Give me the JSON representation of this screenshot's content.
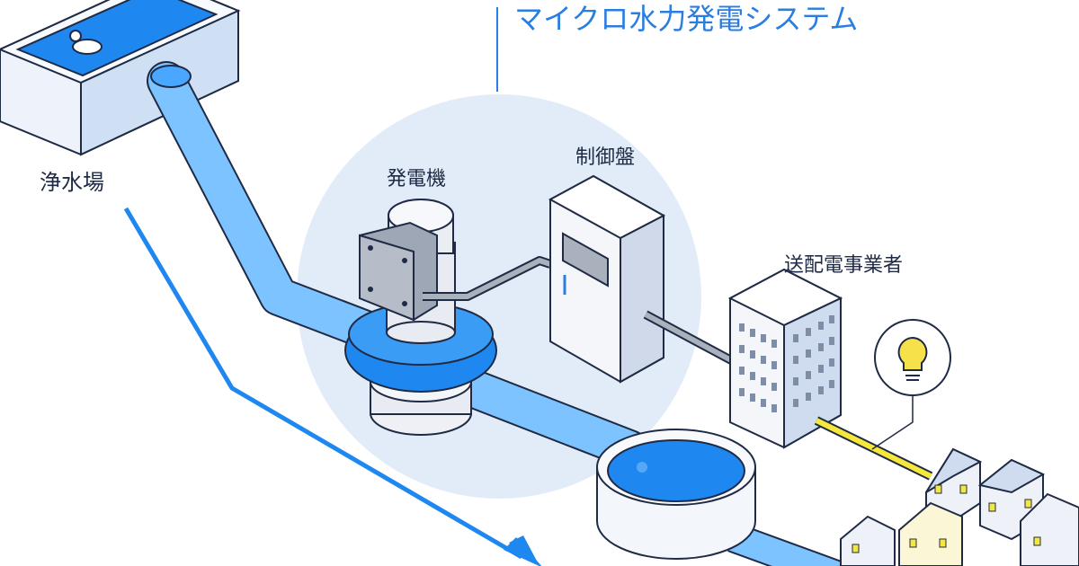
{
  "title": "マイクロ水力発電システム",
  "labels": {
    "purification_plant": "浄水場",
    "generator": "発電機",
    "control_panel": "制御盤",
    "utility": "送配電事業者"
  },
  "colors": {
    "accent": "#2a7de1",
    "water": "#1f87f0",
    "pipe": "#7dc3ff",
    "circle_bg": "#dbe9f7",
    "outline": "#1f2a44",
    "power_line": "#f5e83a"
  }
}
